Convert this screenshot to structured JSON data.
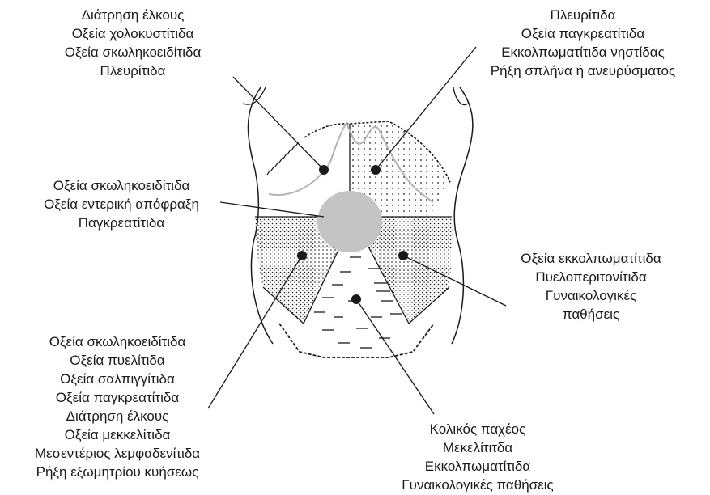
{
  "regions": {
    "upper_left": [
      "Διάτρηση έλκους",
      "Οξεία χολοκυστίτιδα",
      "Οξεία σκωληκοειδίτιδα",
      "Πλευρίτιδα"
    ],
    "upper_right": [
      "Πλευρίτιδα",
      "Οξεία παγκρεατίτιδα",
      "Εκκολπωματίτιδα νηστίδας",
      "Ρήξη σπλήνα ή ανευρύσματος"
    ],
    "center": [
      "Οξεία σκωληκοειδίτιδα",
      "Οξεία εντερική απόφραξη",
      "Παγκρεατίτιδα"
    ],
    "lower_right": [
      "Οξεία εκκολπωματίτιδα",
      "Πυελοπεριτονίτιδα",
      "Γυναικολογικές",
      "παθήσεις"
    ],
    "lower_left": [
      "Οξεία σκωληκοειδίτιδα",
      "Οξεία πυελίτιδα",
      "Οξεία σαλπιγγίτιδα",
      "Οξεία παγκρεατίτιδα",
      "Διάτρηση έλκους",
      "Οξεία μεκκελίτιδα",
      "Μεσεντέριος λεμφαδενίτιδα",
      "Ρήξη εξωμητρίου κυήσεως"
    ],
    "lower_center": [
      "Κολικός παχέος",
      "Μεκελίτιτδα",
      "Εκκολπωματίτιδα",
      "Γυναικολογικές παθήσεις"
    ]
  },
  "colors": {
    "ink": "#1a1a1a",
    "center_fill": "#c4c4c4",
    "organ_outline": "#b4b4b4"
  }
}
